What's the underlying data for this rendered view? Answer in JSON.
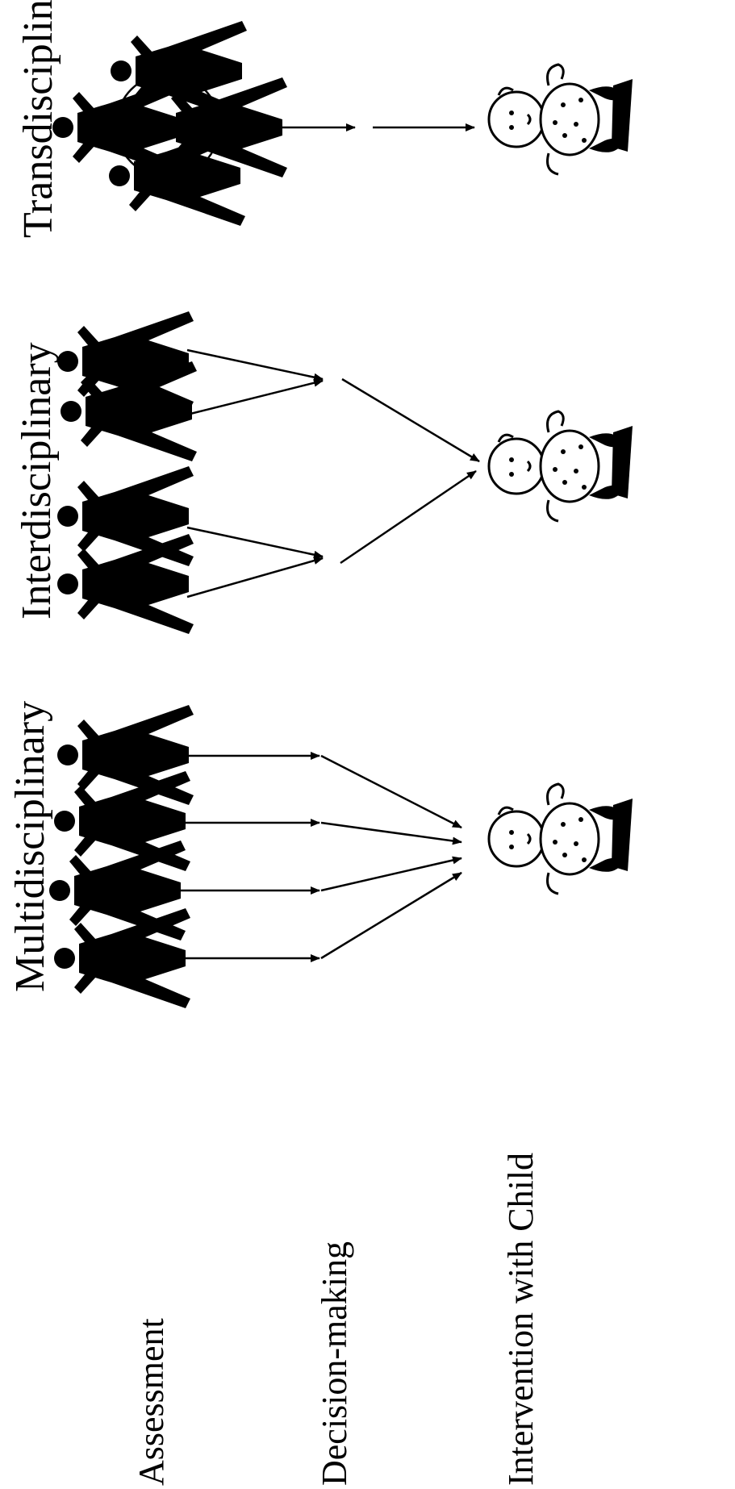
{
  "models": [
    {
      "title": "Multidisciplinary"
    },
    {
      "title": "Interdisciplinary"
    },
    {
      "title": "Transdisciplinary"
    }
  ],
  "rows": {
    "assessment": "Assessment",
    "decision": "Decision-making",
    "intervention": "Intervention with Child"
  },
  "colors": {
    "ink": "#000000",
    "background": "#ffffff"
  }
}
